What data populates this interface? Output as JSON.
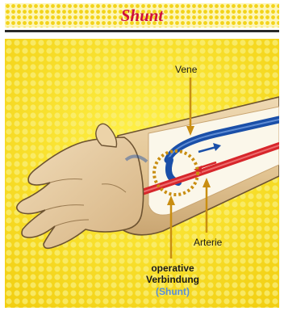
{
  "title": "Shunt",
  "labels": {
    "vene": "Vene",
    "arterie": "Arterie",
    "connection_line1": "operative",
    "connection_line2": "Verbindung",
    "connection_line3": "(Shunt)"
  },
  "colors": {
    "title_red": "#d0103a",
    "background_yellow": "#f6e21e",
    "vein_blue": "#1a4fa8",
    "artery_red": "#d7262b",
    "shunt_highlight_blue": "#5a8fd6",
    "skin": "#e3c8a0"
  },
  "icons": [
    "flow-arrow-right-icon",
    "flow-arrow-left-icon"
  ]
}
